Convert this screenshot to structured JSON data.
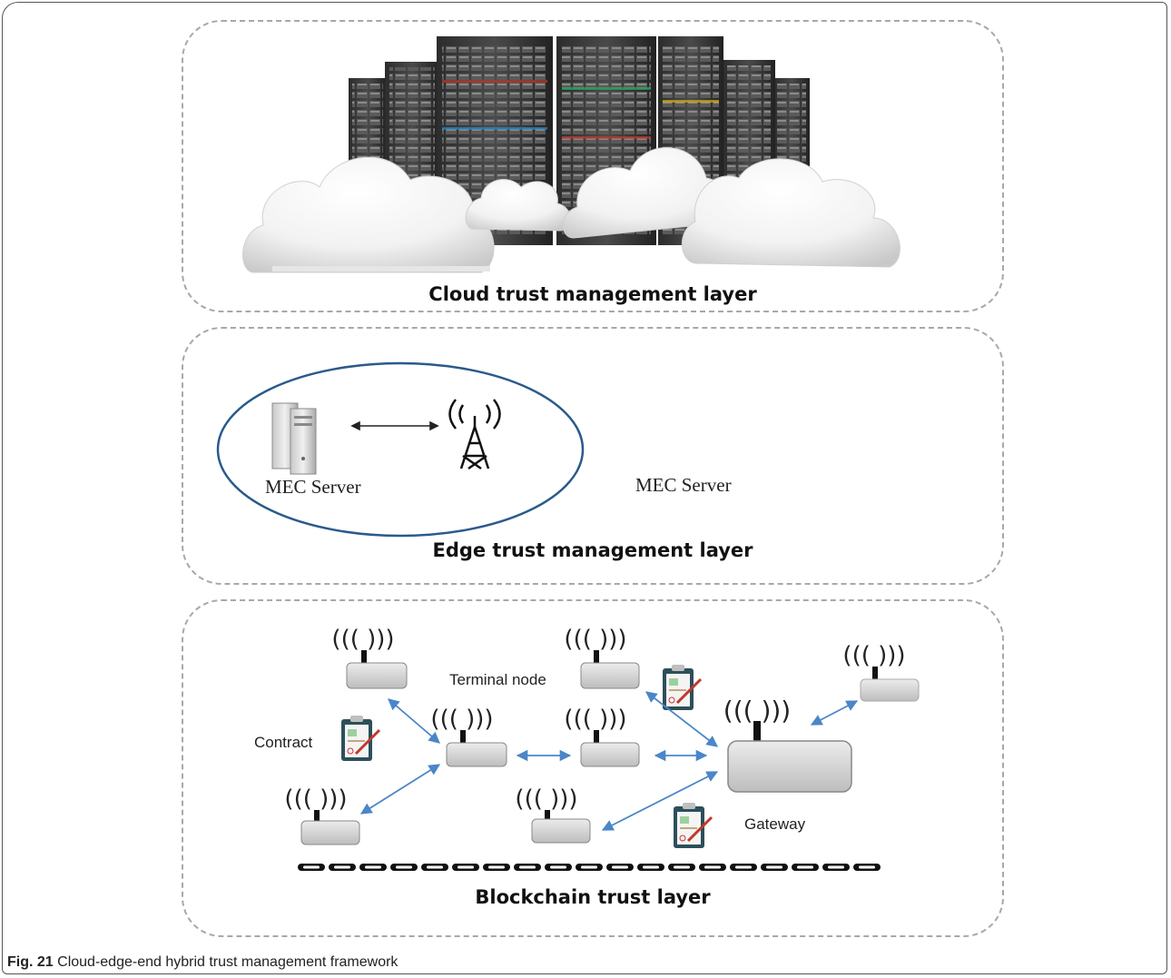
{
  "layers": {
    "cloud": {
      "title": "Cloud trust management layer"
    },
    "edge": {
      "title": "Edge trust management layer",
      "servers": [
        {
          "label": "MEC Server"
        },
        {
          "label": "MEC Server"
        }
      ]
    },
    "blockchain": {
      "title": "Blockchain trust layer",
      "labels": {
        "terminal_node": "Terminal node",
        "contract": "Contract",
        "gateway": "Gateway"
      }
    }
  },
  "caption": {
    "figure": "Fig. 21",
    "text": " Cloud-edge-end hybrid trust management framework"
  },
  "icons": [
    "server-rack-icon",
    "cloud-icon",
    "mec-server-icon",
    "radio-tower-icon",
    "terminal-node-icon",
    "contract-clipboard-icon",
    "gateway-icon",
    "chain-icon"
  ],
  "colors": {
    "arrow": "#4a86c8",
    "ellipse": "#2a5a8c",
    "dashed_border": "#a8a8a8",
    "device_fill": "#d9d9d9"
  }
}
